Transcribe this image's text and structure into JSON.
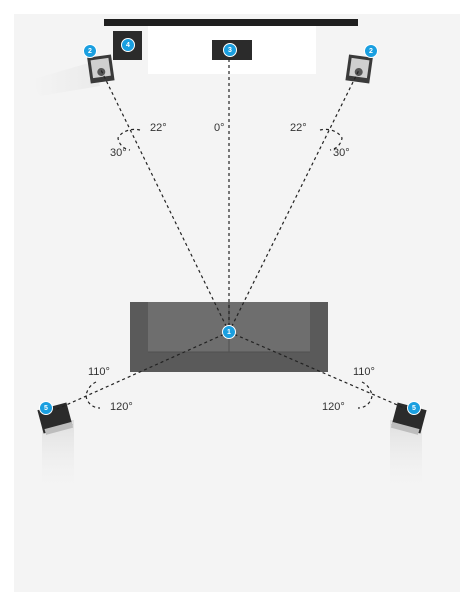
{
  "colors": {
    "badge": "#1a9fe0",
    "sofa": "#5a5a5a",
    "sofa_edge": "#6e6e6e",
    "tv_bar": "#1f1f1f",
    "tv_stand": "#ffffff",
    "speaker": "#2b2b2b",
    "line": "#222222"
  },
  "badges": {
    "listener": "1",
    "front_left": "2",
    "front_right": "2",
    "center": "3",
    "subwoofer": "4",
    "surround_left": "5",
    "surround_right": "5"
  },
  "angles": {
    "front_left_inner": "22°",
    "front_left_outer": "30°",
    "center": "0°",
    "front_right_inner": "22°",
    "front_right_outer": "30°",
    "surround_left_inner": "110°",
    "surround_left_outer": "120°",
    "surround_right_inner": "110°",
    "surround_right_outer": "120°"
  }
}
